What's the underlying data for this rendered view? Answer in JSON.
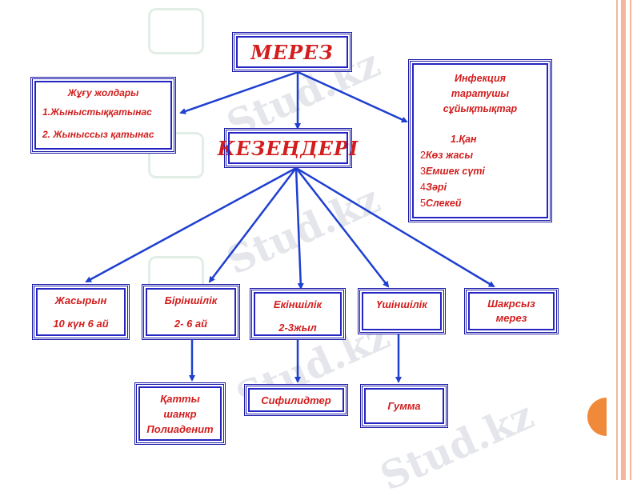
{
  "watermark": "Stud.kz",
  "diagram": {
    "root": "МЕРЕЗ",
    "stages_title": "КЕЗЕҢДЕРІ",
    "transmission": {
      "title": "Жұғу жолдары",
      "items": [
        "1.Жыныстыққатынас",
        "2. Жыныссыз қатынас"
      ]
    },
    "carriers": {
      "title": [
        "Инфекция",
        "таратушы",
        "сұйықтықтар"
      ],
      "first": "1.Қан",
      "items": [
        {
          "num": "2",
          "label": "Көз жасы"
        },
        {
          "num": "3",
          "label": "Емшек сүті"
        },
        {
          "num": "4",
          "label": "Зәрі"
        },
        {
          "num": "5",
          "label": "Слекей"
        }
      ]
    },
    "stages": [
      {
        "name": "Жасырын",
        "detail": "10 күн 6 ай"
      },
      {
        "name": "Біріншілік",
        "detail": "2- 6 ай"
      },
      {
        "name": "Екіншілік",
        "detail": "2-3жыл"
      },
      {
        "name": "Үшіншілік",
        "detail": ""
      },
      {
        "name": "Шакрсыз",
        "detail": "мерез"
      }
    ],
    "manifestations": {
      "primary": [
        "Қатты",
        "шанкр",
        "Полиаденит"
      ],
      "secondary": "Сифилидтер",
      "tertiary": "Гумма"
    }
  },
  "colors": {
    "border": "#1a1aa8",
    "text": "#d21e1e",
    "arrow": "#1e3fd0",
    "accent": "#f0893a"
  }
}
